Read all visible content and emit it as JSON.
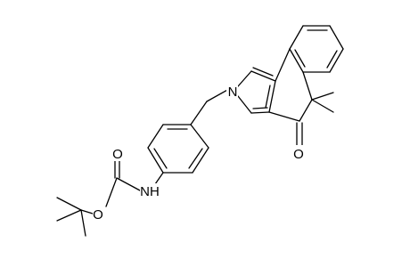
{
  "molecule": {
    "atoms": {
      "n_pyrrole": "N",
      "o_ketone": "O",
      "n_amide": "NH",
      "o_carbonyl": "O",
      "o_ester": "O"
    }
  },
  "colors": {
    "bond": "#000000",
    "background": "#ffffff"
  }
}
